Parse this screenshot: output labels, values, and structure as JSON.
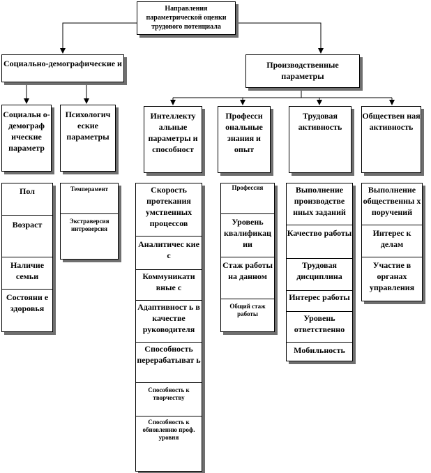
{
  "root": "Направления параметрической оценки трудового потенциала",
  "groups": {
    "socio": "Социально-демографические и",
    "prod": "Производственные параметры"
  },
  "socio_subs": {
    "socdem": "Социальн о-демограф ические параметр",
    "psych": "Психологич еские параметры"
  },
  "prod_subs": {
    "intel": "Интеллекту альные параметры и способност",
    "profknow": "Професси ональные знания и опыт",
    "labor": "Трудовая активность",
    "social": "Обществен ная активность"
  },
  "lists": {
    "socdem": [
      "Пол",
      "Возраст",
      "Наличие семьи",
      "Состояни е здоровья"
    ],
    "psych": [
      "Темперамент",
      "Экстраверсия интроверсия"
    ],
    "intel": [
      "Скорость протекания умственных процессов",
      "Аналитичес кие с",
      "Коммуникати вные с",
      "Адаптивност ь в качестве руководителя",
      "Способность перерабатыват ь",
      "Способность к творчеству",
      "Способность к обновлению проф. уровня"
    ],
    "profknow": [
      "Профессия",
      "Уровень квалификац ии",
      "Стаж работы на данном",
      "Общий стаж работы"
    ],
    "labor": [
      "Выполнение производстве нных заданий",
      "Качество работы",
      "Трудовая дисциплина",
      "Интерес работы",
      "Уровень ответственно",
      "Мобильность"
    ],
    "social": [
      "Выполнение общественны х поручений",
      "Интерес к делам",
      "Участие в органах управления"
    ]
  }
}
